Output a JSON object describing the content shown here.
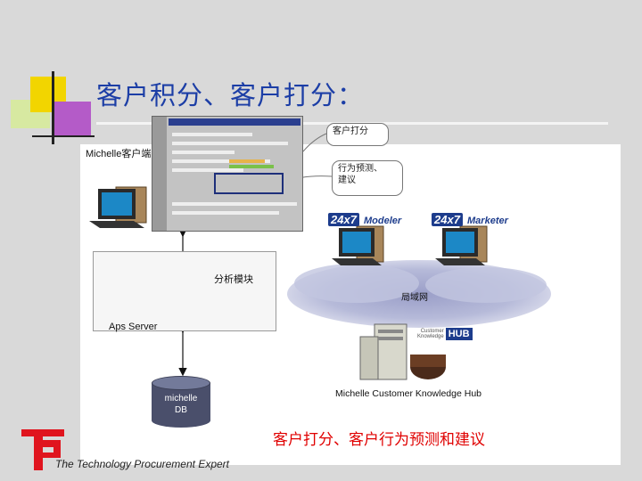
{
  "slide": {
    "title": "客户积分、客户打分：",
    "caption": "客户打分、客户行为预测和建议",
    "tagline": "The Technology Procurement Expert"
  },
  "diagram": {
    "client_label": "Michelle客户端",
    "callout_score": "客户打分",
    "callout_predict_line1": "行为预测、",
    "callout_predict_line2": "建议",
    "analysis_label": "分析模块",
    "server_label": "Aps Server",
    "network_label": "局域网",
    "db_line1": "michelle",
    "db_line2": "DB",
    "modeler_logo": "24x7",
    "modeler_name": "Modeler",
    "marketer_logo": "24x7",
    "marketer_name": "Marketer",
    "hub_sub_line1": "Customer",
    "hub_sub_line2": "Knowledge",
    "hub_mark": "HUB",
    "hub_label": "Michelle Customer Knowledge Hub"
  },
  "colors": {
    "title": "#1c3ea6",
    "caption": "#e00000",
    "accent_blue": "#1d3c8c"
  }
}
